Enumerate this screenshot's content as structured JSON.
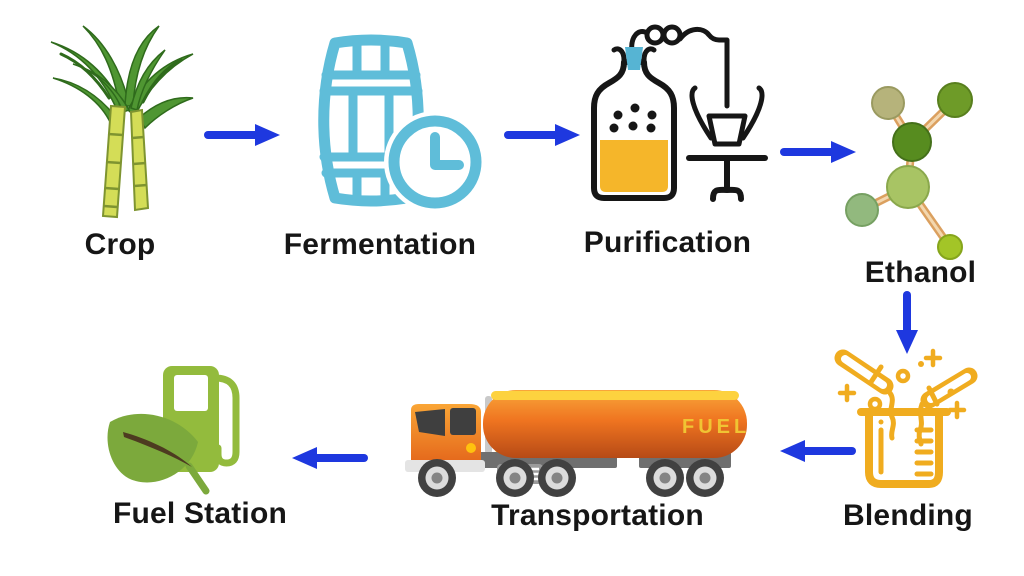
{
  "nodes": [
    {
      "id": "crop",
      "label": "Crop",
      "icon": "sugarcane-icon"
    },
    {
      "id": "fermentation",
      "label": "Fermentation",
      "icon": "barrel-clock-icon"
    },
    {
      "id": "purification",
      "label": "Purification",
      "icon": "distillation-flask-icon"
    },
    {
      "id": "ethanol",
      "label": "Ethanol",
      "icon": "molecule-icon"
    },
    {
      "id": "blending",
      "label": "Blending",
      "icon": "mixing-beaker-icon"
    },
    {
      "id": "transportation",
      "label": "Transportation",
      "icon": "fuel-tanker-truck-icon",
      "tank_text": "FUEL"
    },
    {
      "id": "fuel_station",
      "label": "Fuel Station",
      "icon": "eco-fuel-pump-icon"
    }
  ],
  "connections": [
    {
      "from": "crop",
      "to": "fermentation",
      "direction": "right"
    },
    {
      "from": "fermentation",
      "to": "purification",
      "direction": "right"
    },
    {
      "from": "purification",
      "to": "ethanol",
      "direction": "right"
    },
    {
      "from": "ethanol",
      "to": "blending",
      "direction": "down"
    },
    {
      "from": "blending",
      "to": "transportation",
      "direction": "left"
    },
    {
      "from": "transportation",
      "to": "fuel_station",
      "direction": "left"
    }
  ],
  "colors": {
    "arrow": "#1e38df",
    "ink": "#161616",
    "sky": "#5fbdd9",
    "steel": "#56b4d3",
    "liquid_amber": "#f5b62a",
    "blend_amber": "#f0ac1f",
    "pump_green": "#93bb3d",
    "leaf_green": "#7ca93c",
    "leaf_vein": "#4d3b20",
    "cane_leaf": "#4f9632",
    "cane_leaf_dark": "#2f6b1c",
    "cane_stalk": "#d4dd57",
    "cane_stalk_edge": "#7e9430",
    "bond_tan": "#dba05f",
    "chassis_gray": "#6f6f6f",
    "tank_orange_top": "#f9a63a",
    "tank_orange_mid": "#ef7420",
    "tank_orange_bottom": "#b64a16",
    "tank_stripe_yellow": "#fdd23f",
    "fuel_text_yellow": "#f0c433"
  }
}
